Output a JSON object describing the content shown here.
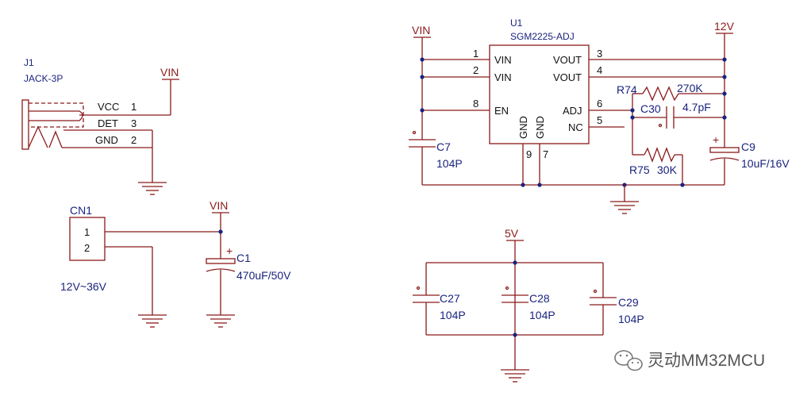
{
  "jack": {
    "ref": "J1",
    "value": "JACK-3P",
    "pins": [
      {
        "name": "VCC",
        "num": "1"
      },
      {
        "name": "DET",
        "num": "3"
      },
      {
        "name": "GND",
        "num": "2"
      }
    ],
    "net": "VIN"
  },
  "cn1": {
    "ref": "CN1",
    "pins": [
      "1",
      "2"
    ],
    "range": "12V~36V",
    "net": "VIN"
  },
  "c1": {
    "ref": "C1",
    "value": "470uF/50V",
    "polarity": "+"
  },
  "u1": {
    "ref": "U1",
    "part": "SGM2225-ADJ",
    "left_pins": [
      {
        "num": "1",
        "name": "VIN"
      },
      {
        "num": "2",
        "name": "VIN"
      },
      {
        "num": "8",
        "name": "EN"
      }
    ],
    "right_pins": [
      {
        "num": "3",
        "name": "VOUT"
      },
      {
        "num": "4",
        "name": "VOUT"
      },
      {
        "num": "6",
        "name": "ADJ"
      },
      {
        "num": "5",
        "name": "NC"
      }
    ],
    "bottom_pins": [
      {
        "num": "9",
        "name": "GND"
      },
      {
        "num": "7",
        "name": "GND"
      }
    ],
    "in_net": "VIN",
    "out_net": "12V"
  },
  "c7": {
    "ref": "C7",
    "value": "104P"
  },
  "r74": {
    "ref": "R74",
    "value": "270K"
  },
  "c30": {
    "ref": "C30",
    "value": "4.7pF"
  },
  "r75": {
    "ref": "R75",
    "value": "30K"
  },
  "c9": {
    "ref": "C9",
    "value": "10uF/16V",
    "polarity": "+"
  },
  "bank": {
    "net": "5V",
    "caps": [
      {
        "ref": "C27",
        "value": "104P"
      },
      {
        "ref": "C28",
        "value": "104P"
      },
      {
        "ref": "C29",
        "value": "104P"
      }
    ]
  },
  "watermark": {
    "text": "灵动MM32MCU",
    "icon": "wechat-icon"
  },
  "colors": {
    "wire": "#8b1a1a",
    "label": "#1a237e",
    "junction": "#1a237e"
  }
}
